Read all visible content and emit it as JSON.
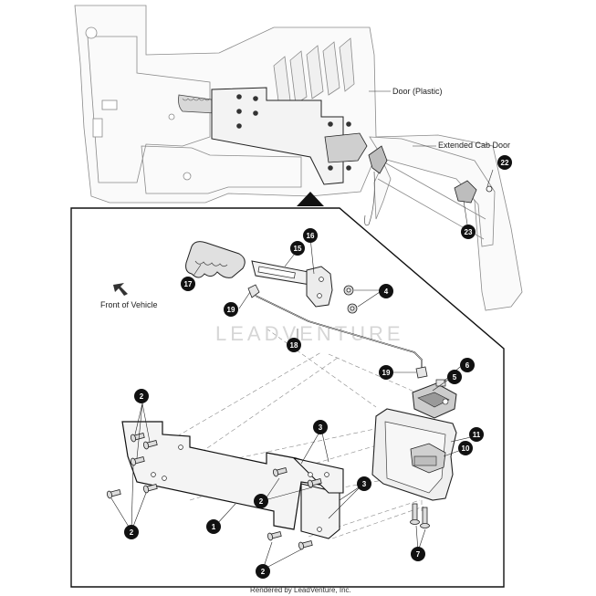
{
  "labels": {
    "door_plastic": "Door (Plastic)",
    "extended_cab_door": "Extended Cab Door",
    "front_of_vehicle": "Front of Vehicle"
  },
  "watermark": "LEADVENTURE",
  "footer": "Rendered by LeadVenture, Inc.",
  "callouts": [
    {
      "id": "c22",
      "num": "22"
    },
    {
      "id": "c23",
      "num": "23"
    },
    {
      "id": "c16",
      "num": "16"
    },
    {
      "id": "c15",
      "num": "15"
    },
    {
      "id": "c17",
      "num": "17"
    },
    {
      "id": "c19a",
      "num": "19"
    },
    {
      "id": "c4",
      "num": "4"
    },
    {
      "id": "c18",
      "num": "18"
    },
    {
      "id": "c6",
      "num": "6"
    },
    {
      "id": "c5",
      "num": "5"
    },
    {
      "id": "c19b",
      "num": "19"
    },
    {
      "id": "c2a",
      "num": "2"
    },
    {
      "id": "c3a",
      "num": "3"
    },
    {
      "id": "c11",
      "num": "11"
    },
    {
      "id": "c10",
      "num": "10"
    },
    {
      "id": "c3b",
      "num": "3"
    },
    {
      "id": "c2b",
      "num": "2"
    },
    {
      "id": "c2c",
      "num": "2"
    },
    {
      "id": "c1",
      "num": "1"
    },
    {
      "id": "c7",
      "num": "7"
    },
    {
      "id": "c2d",
      "num": "2"
    }
  ]
}
